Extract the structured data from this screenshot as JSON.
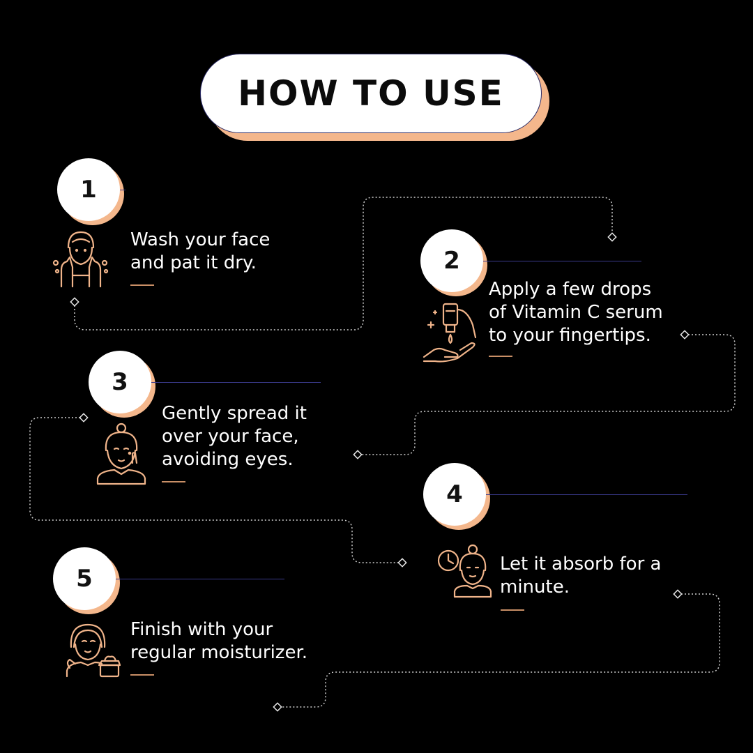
{
  "title": "HOW TO USE",
  "colors": {
    "background": "#000000",
    "accent": "#f4b78c",
    "icon_stroke": "#f0b48a",
    "pill": "#ffffff",
    "divider": "#3a3a8c"
  },
  "steps": [
    {
      "number": "1",
      "lines": [
        "Wash your face",
        "and pat it dry."
      ],
      "icon": "face-wash-icon"
    },
    {
      "number": "2",
      "lines": [
        "Apply a few drops",
        "of Vitamin C serum",
        "to your fingertips."
      ],
      "icon": "serum-dropper-icon"
    },
    {
      "number": "3",
      "lines": [
        "Gently spread it",
        "over your face,",
        "avoiding eyes."
      ],
      "icon": "face-apply-icon"
    },
    {
      "number": "4",
      "lines": [
        "Let it absorb for a",
        "minute."
      ],
      "icon": "clock-wait-icon"
    },
    {
      "number": "5",
      "lines": [
        "Finish with your",
        "regular moisturizer."
      ],
      "icon": "moisturizer-jar-icon"
    }
  ]
}
